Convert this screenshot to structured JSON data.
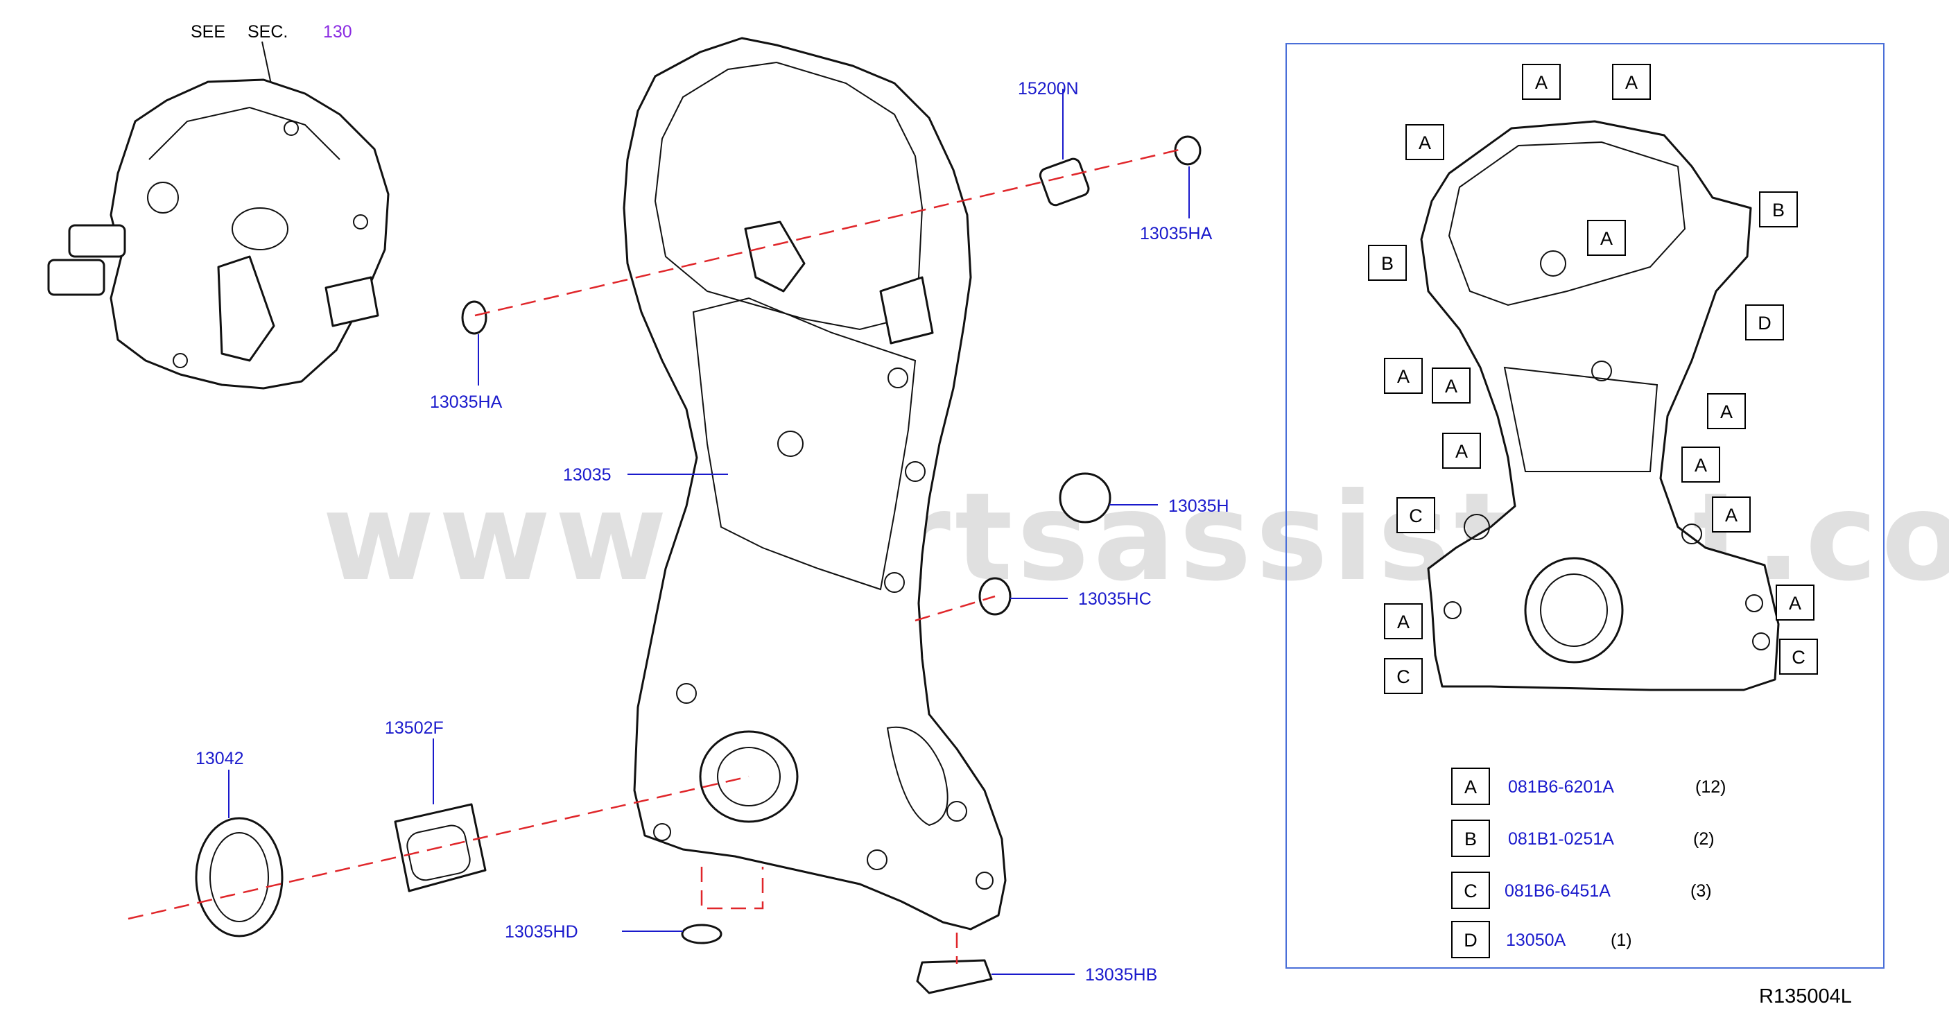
{
  "header": {
    "see_text": "SEE",
    "sec_text": "SEC.",
    "sec_number": "130"
  },
  "callouts": {
    "p15200N": "15200N",
    "p13035HA_top": "13035HA",
    "p13035HA_left": "13035HA",
    "p13035": "13035",
    "p13035H": "13035H",
    "p13035HC": "13035HC",
    "p13502F": "13502F",
    "p13042": "13042",
    "p13035HD": "13035HD",
    "p13035HB": "13035HB"
  },
  "bolt_markers": {
    "top_a1": "A",
    "top_a2": "A",
    "a_left_top": "A",
    "b_right": "B",
    "a_center": "A",
    "b_left": "B",
    "d_right": "D",
    "a_left_mid1": "A",
    "a_left_mid2": "A",
    "a_right1": "A",
    "a_left_mid3": "A",
    "a_right2": "A",
    "c_left": "C",
    "a_right3": "A",
    "a_right4": "A",
    "a_left_low": "A",
    "c_right": "C",
    "c_left_low": "C"
  },
  "legend": [
    {
      "marker": "A",
      "part": "081B6-6201A",
      "qty": "(12)"
    },
    {
      "marker": "B",
      "part": "081B1-0251A",
      "qty": "(2)"
    },
    {
      "marker": "C",
      "part": "081B6-6451A",
      "qty": "(3)"
    },
    {
      "marker": "D",
      "part": "13050A",
      "qty": "(1)"
    }
  ],
  "watermark": "www.partsassistant.com",
  "diagram_code": "R135004L",
  "colors": {
    "callout": "#1a1acc",
    "section_ref": "#8a2be2",
    "dash": "#e0262a",
    "watermark": "#c8c8c8"
  }
}
